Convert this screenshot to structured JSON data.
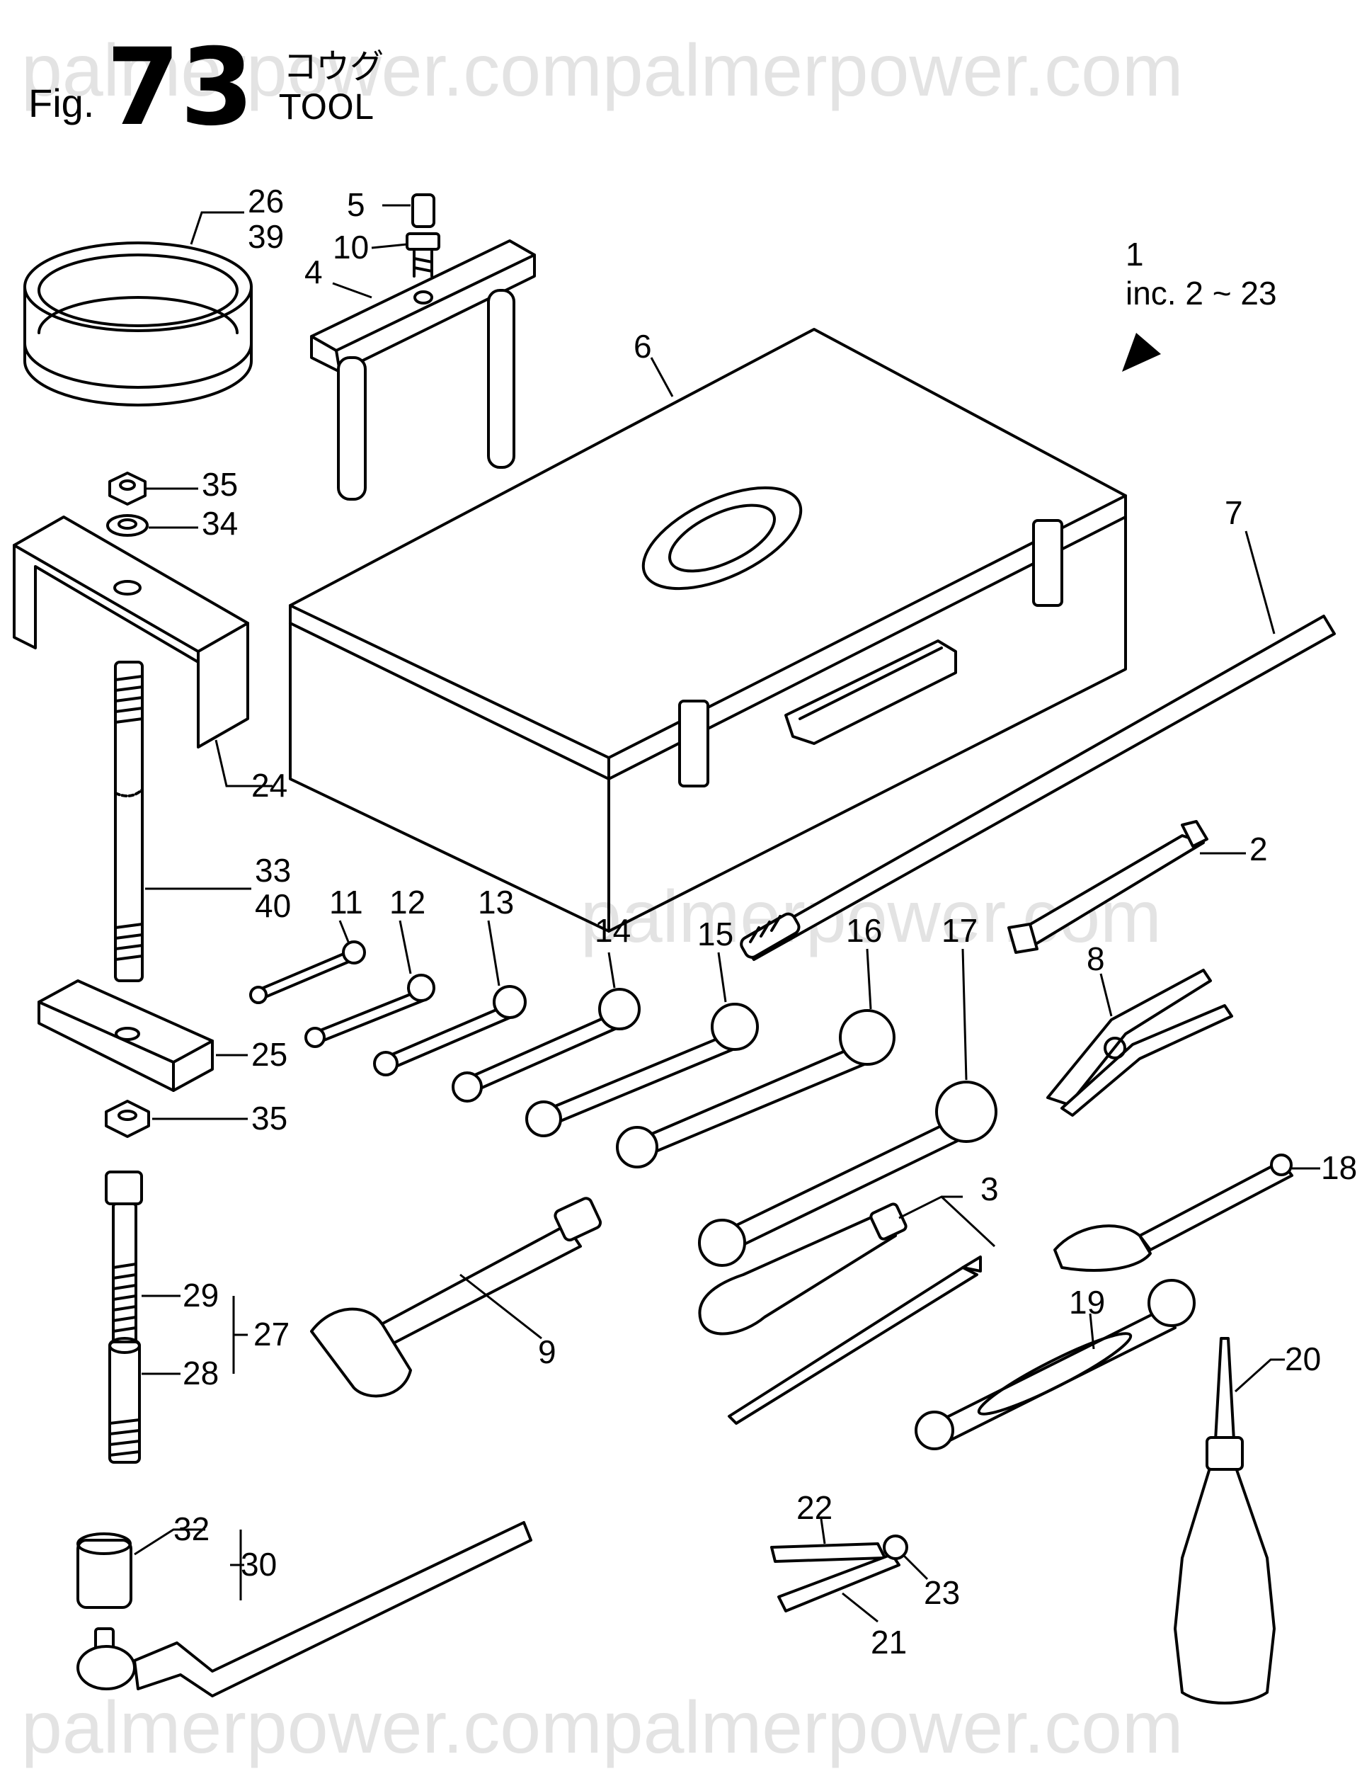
{
  "watermark": "palmerpower.compalmerpower.com",
  "watermark_mid": "palmerpower.com",
  "figure": {
    "prefix": "Fig.",
    "number": "73",
    "title_jp": "コウグ",
    "title_en": "TOOL"
  },
  "note": {
    "num": "1",
    "text": "inc. 2 ~ 23"
  },
  "labels": {
    "p2": "2",
    "p3": "3",
    "p4": "4",
    "p5": "5",
    "p6": "6",
    "p7": "7",
    "p8": "8",
    "p9": "9",
    "p10": "10",
    "p11": "11",
    "p12": "12",
    "p13": "13",
    "p14": "14",
    "p15": "15",
    "p16": "16",
    "p17": "17",
    "p18": "18",
    "p19": "19",
    "p20": "20",
    "p21": "21",
    "p22": "22",
    "p23": "23",
    "p24": "24",
    "p25": "25",
    "p26": "26",
    "p27": "27",
    "p28": "28",
    "p29": "29",
    "p30": "30",
    "p32": "32",
    "p33": "33",
    "p34": "34",
    "p35a": "35",
    "p35b": "35",
    "p39": "39",
    "p40": "40"
  },
  "colors": {
    "ink": "#000000",
    "watermark": "#e3e3e3",
    "paper": "#ffffff"
  }
}
